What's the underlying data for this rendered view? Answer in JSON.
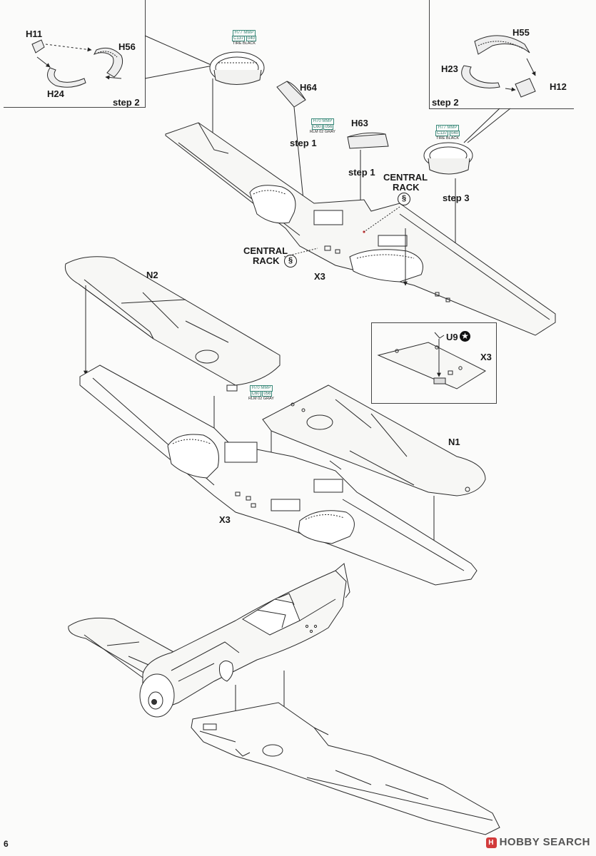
{
  "parts": {
    "h11": "H11",
    "h56": "H56",
    "h24": "H24",
    "h55": "H55",
    "h23": "H23",
    "h12": "H12",
    "h64": "H64",
    "h63": "H63",
    "n1": "N1",
    "n2": "N2",
    "x3_a": "X3",
    "x3_b": "X3",
    "x3_c": "X3",
    "u9": "U9"
  },
  "steps": {
    "step2_left": "step 2",
    "step2_right": "step 2",
    "step1_a": "step 1",
    "step1_b": "step 1",
    "step3": "step 3"
  },
  "central_rack": {
    "right_line1": "CENTRAL",
    "right_line2": "RACK",
    "left_line1": "CENTRAL",
    "left_line2": "RACK"
  },
  "paint_callouts": {
    "tire_left": {
      "brand": "H77 MMP",
      "code_a": "C137",
      "code_b": "040",
      "name": "TIRE BLACK"
    },
    "tire_right": {
      "brand": "H77 MMP",
      "code_a": "C137",
      "code_b": "040",
      "name": "TIRE BLACK"
    },
    "rlm_upper": {
      "brand": "H70 MMP",
      "code_a": "C60",
      "code_b": "056",
      "name": "RLM 02 GRAY"
    },
    "rlm_lower": {
      "brand": "H70 MMP",
      "code_a": "C60",
      "code_b": "056",
      "name": "RLM 02 GRAY"
    }
  },
  "footer": {
    "page_number": "6",
    "watermark": "HOBBY SEARCH"
  },
  "colors": {
    "line": "#2a2a2a",
    "paint_accent": "#3a8a7a",
    "panel_fill": "#f2f2f0"
  }
}
